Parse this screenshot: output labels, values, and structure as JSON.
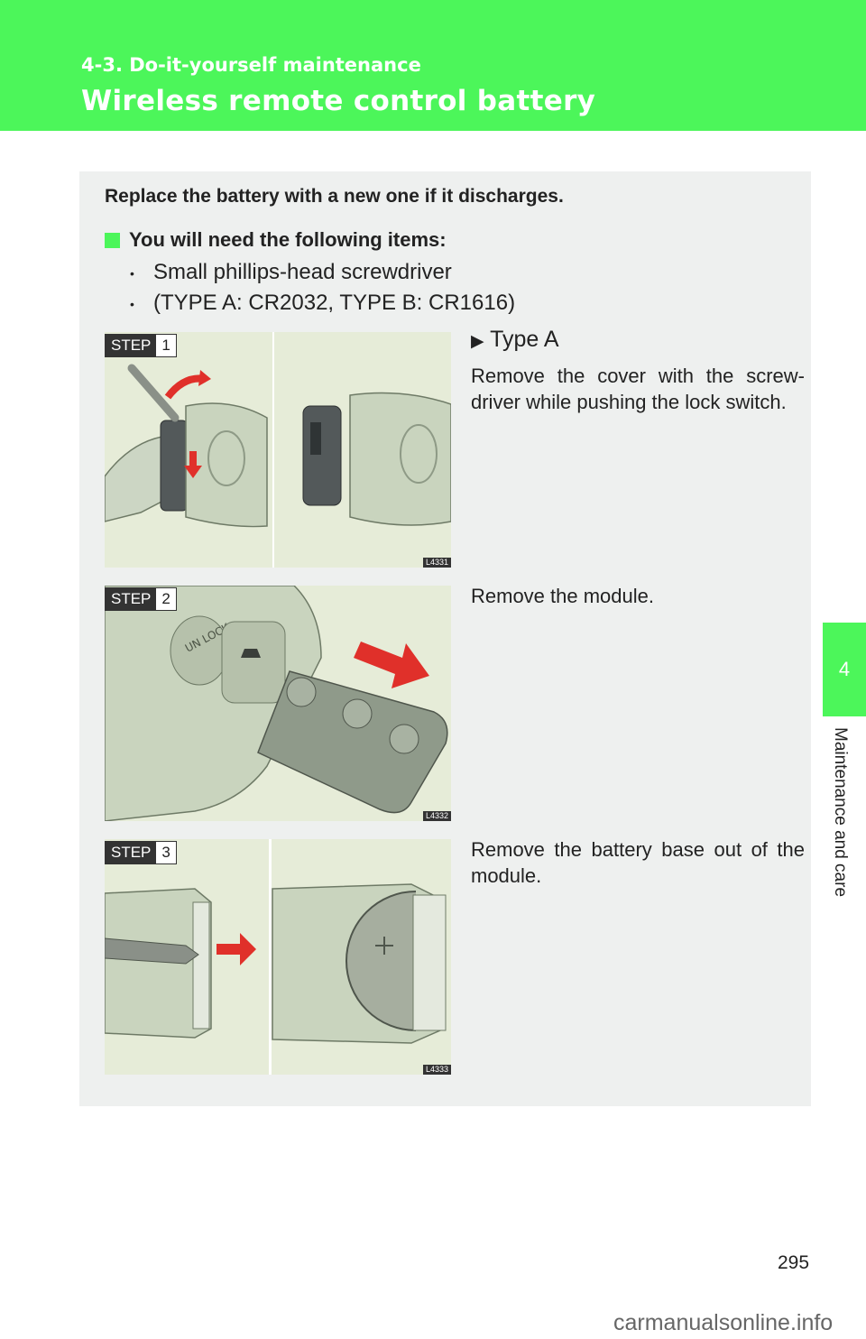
{
  "header": {
    "section": "4-3. Do-it-yourself maintenance",
    "title": "Wireless remote control battery"
  },
  "side_tab": {
    "number": "4",
    "label": "Maintenance and care"
  },
  "content": {
    "intro": "Replace the battery with a new one if it discharges.",
    "subhead": "You will need the following items:",
    "bullets": [
      "Small phillips-head screwdriver",
      "(TYPE A: CR2032, TYPE B: CR1616)"
    ],
    "type_label": "Type A",
    "steps": [
      {
        "word": "STEP",
        "number": "1",
        "text": "Remove the cover with the screw-driver while pushing the lock switch.",
        "code": "L4331"
      },
      {
        "word": "STEP",
        "number": "2",
        "text": "Remove the module.",
        "code": "L4332"
      },
      {
        "word": "STEP",
        "number": "3",
        "text": "Remove the battery base out of the module.",
        "code": "L4333"
      }
    ]
  },
  "illustration_text": {
    "key_unlock": "UN LOCK"
  },
  "page_number": "295",
  "watermark": "carmanualsonline.info",
  "colors": {
    "accent": "#4cf65a",
    "panel": "#eef0ef",
    "arrow": "#e0302a"
  }
}
